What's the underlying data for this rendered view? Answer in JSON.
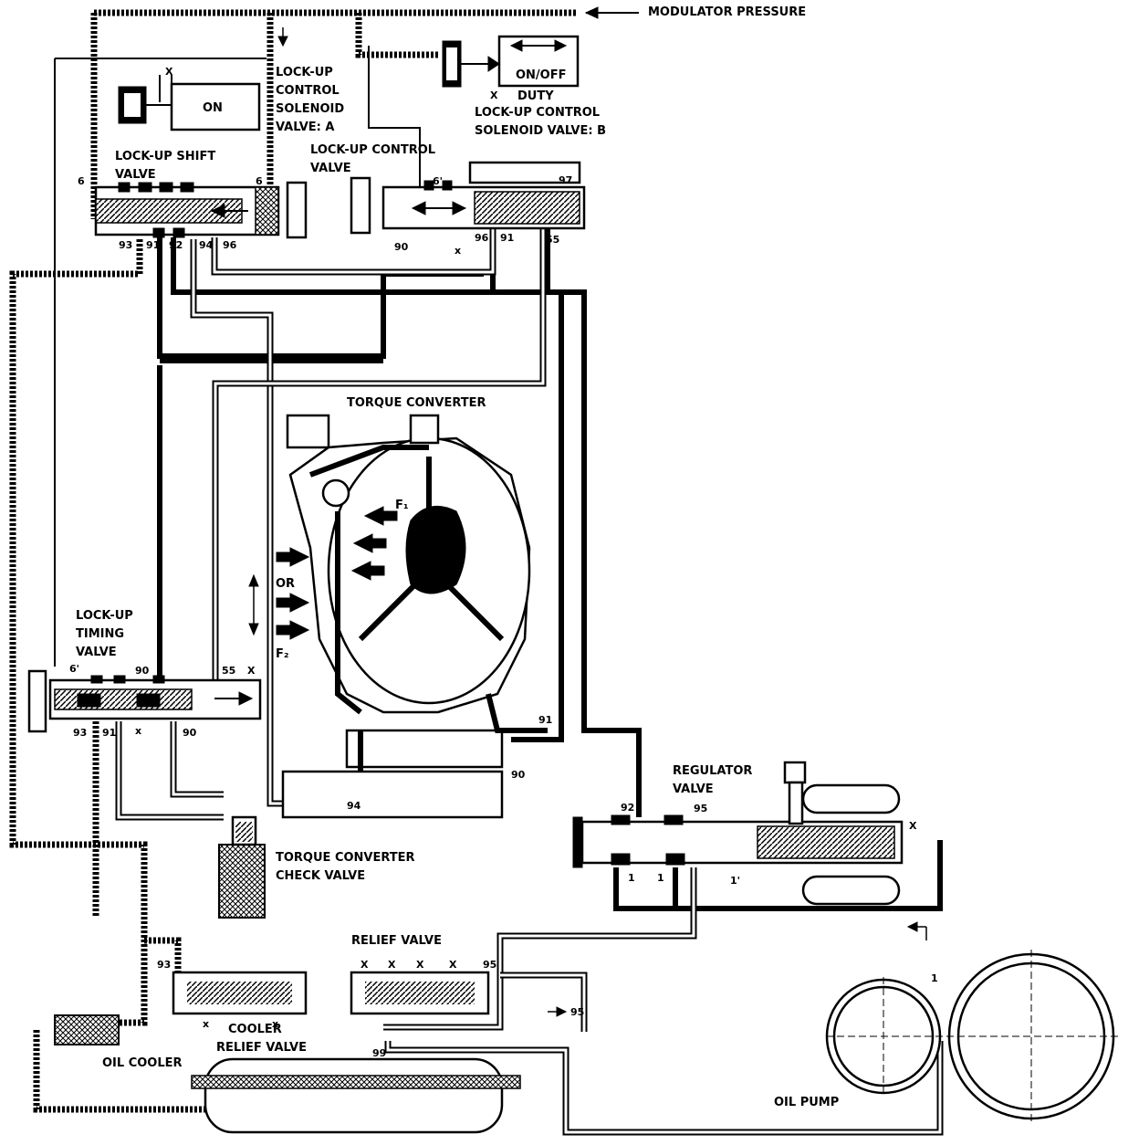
{
  "labels": {
    "modulator_pressure": "MODULATOR PRESSURE",
    "on_off": "ON/OFF",
    "duty": "DUTY",
    "on": "ON",
    "solenoid_a_1": "LOCK-UP",
    "solenoid_a_2": "CONTROL",
    "solenoid_a_3": "SOLENOID",
    "solenoid_a_4": "VALVE: A",
    "solenoid_b_1": "LOCK-UP CONTROL",
    "solenoid_b_2": "SOLENOID VALVE: B",
    "shift_valve_1": "LOCK-UP SHIFT",
    "shift_valve_2": "VALVE",
    "control_valve_1": "LOCK-UP CONTROL",
    "control_valve_2": "VALVE",
    "torque_converter": "TORQUE CONVERTER",
    "timing_valve_1": "LOCK-UP",
    "timing_valve_2": "TIMING",
    "timing_valve_3": "VALVE",
    "or": "OR",
    "f1": "F₁",
    "f2": "F₂",
    "regulator_valve_1": "REGULATOR",
    "regulator_valve_2": "VALVE",
    "check_valve_1": "TORQUE CONVERTER",
    "check_valve_2": "CHECK VALVE",
    "relief_valve": "RELIEF VALVE",
    "cooler_relief_1": "COOLER",
    "cooler_relief_2": "RELIEF VALVE",
    "oil_cooler": "OIL COOLER",
    "oil_pump": "OIL PUMP"
  },
  "ports": {
    "x": "X",
    "x_lower": "x",
    "p6": "6",
    "p6p": "6'",
    "p97": "97",
    "p93": "93",
    "p91": "91",
    "p92": "92",
    "p94": "94",
    "p96": "96",
    "p90": "90",
    "p55": "55",
    "p95": "95",
    "p1": "1",
    "p1p": "1'",
    "p99": "99"
  }
}
